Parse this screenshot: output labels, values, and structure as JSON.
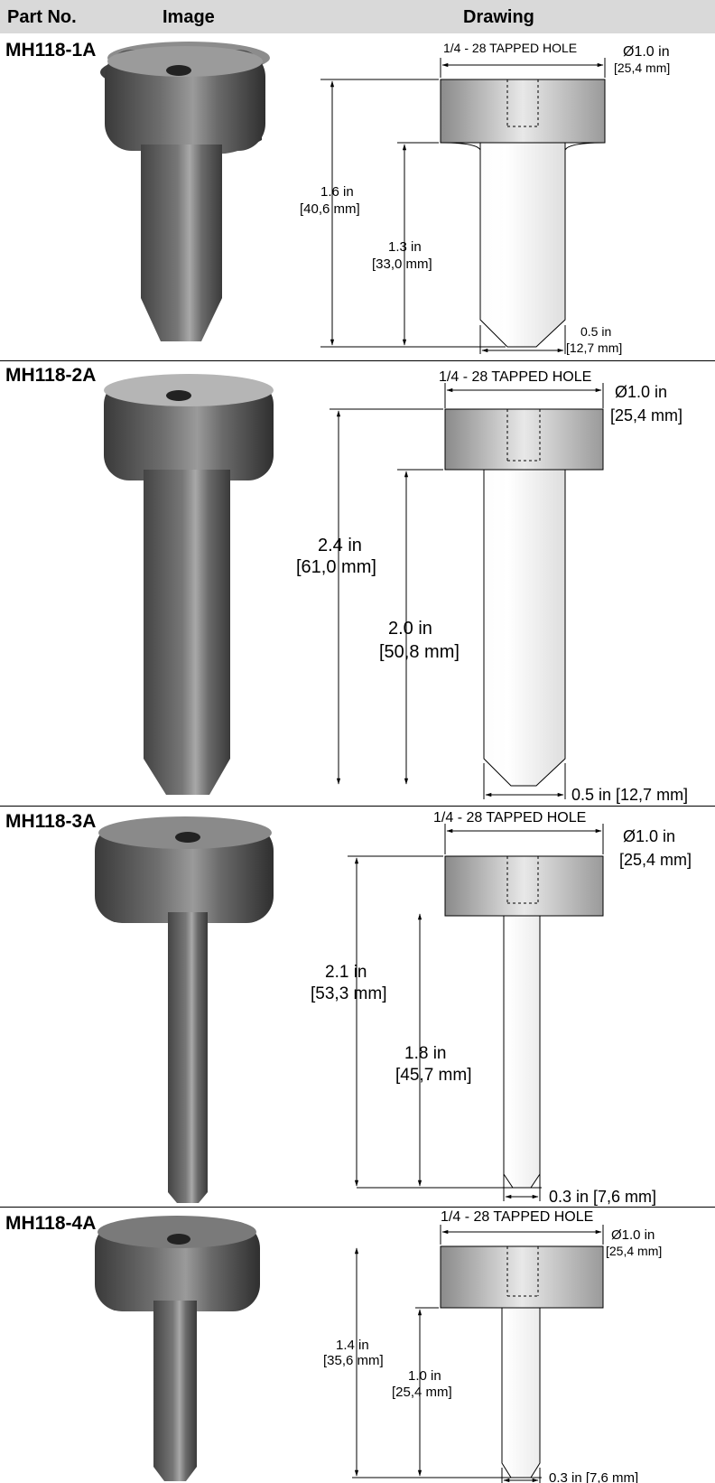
{
  "header": {
    "part_no": "Part No.",
    "image": "Image",
    "drawing": "Drawing"
  },
  "rows": [
    {
      "part_no": "MH118-1A",
      "tapped_hole": "1/4 - 28 TAPPED HOLE",
      "diameter_in": "Ø1.0 in",
      "diameter_mm": "[25,4 mm]",
      "total_in": "1.6 in",
      "total_mm": "[40,6 mm]",
      "shaft_in": "1.3 in",
      "shaft_mm": "[33,0 mm]",
      "tip_in": "0.5 in",
      "tip_mm": "[12,7 mm]"
    },
    {
      "part_no": "MH118-2A",
      "tapped_hole": "1/4 - 28 TAPPED HOLE",
      "diameter_in": "Ø1.0 in",
      "diameter_mm": "[25,4 mm]",
      "total_in": "2.4 in",
      "total_mm": "[61,0 mm]",
      "shaft_in": "2.0 in",
      "shaft_mm": "[50,8 mm]",
      "tip": "0.5 in [12,7 mm]"
    },
    {
      "part_no": "MH118-3A",
      "tapped_hole": "1/4 - 28 TAPPED HOLE",
      "diameter_in": "Ø1.0 in",
      "diameter_mm": "[25,4 mm]",
      "total_in": "2.1 in",
      "total_mm": "[53,3 mm]",
      "shaft_in": "1.8 in",
      "shaft_mm": "[45,7 mm]",
      "tip": "0.3 in [7,6 mm]"
    },
    {
      "part_no": "MH118-4A",
      "tapped_hole": "1/4 - 28 TAPPED HOLE",
      "diameter_in": "Ø1.0 in",
      "diameter_mm": "[25,4 mm]",
      "total_in": "1.4 in",
      "total_mm": "[35,6 mm]",
      "shaft_in": "1.0 in",
      "shaft_mm": "[25,4 mm]",
      "tip": "0.3 in [7,6 mm]"
    }
  ]
}
